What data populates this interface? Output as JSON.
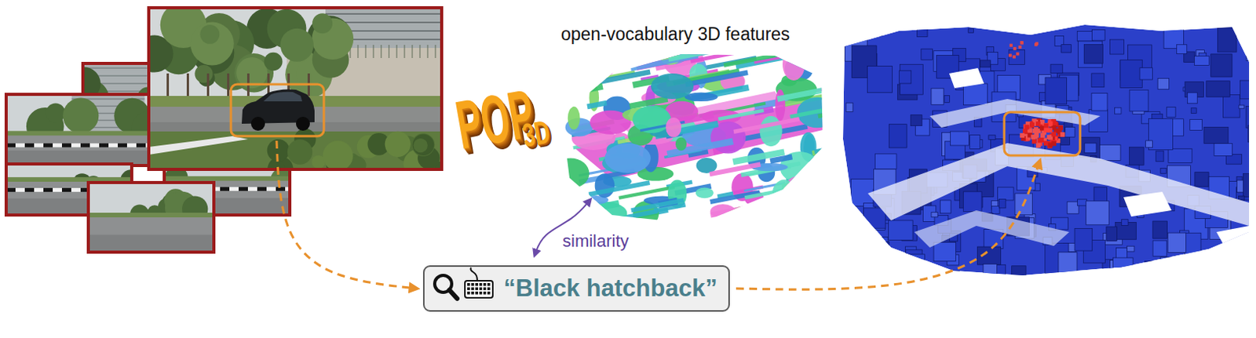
{
  "diagram": {
    "nodes": [
      {
        "text": [
          "“Black hatchback”"
        ]
      }
    ],
    "labels": [
      "POP",
      "3D",
      "open-vocabulary 3D features",
      "similarity"
    ]
  }
}
